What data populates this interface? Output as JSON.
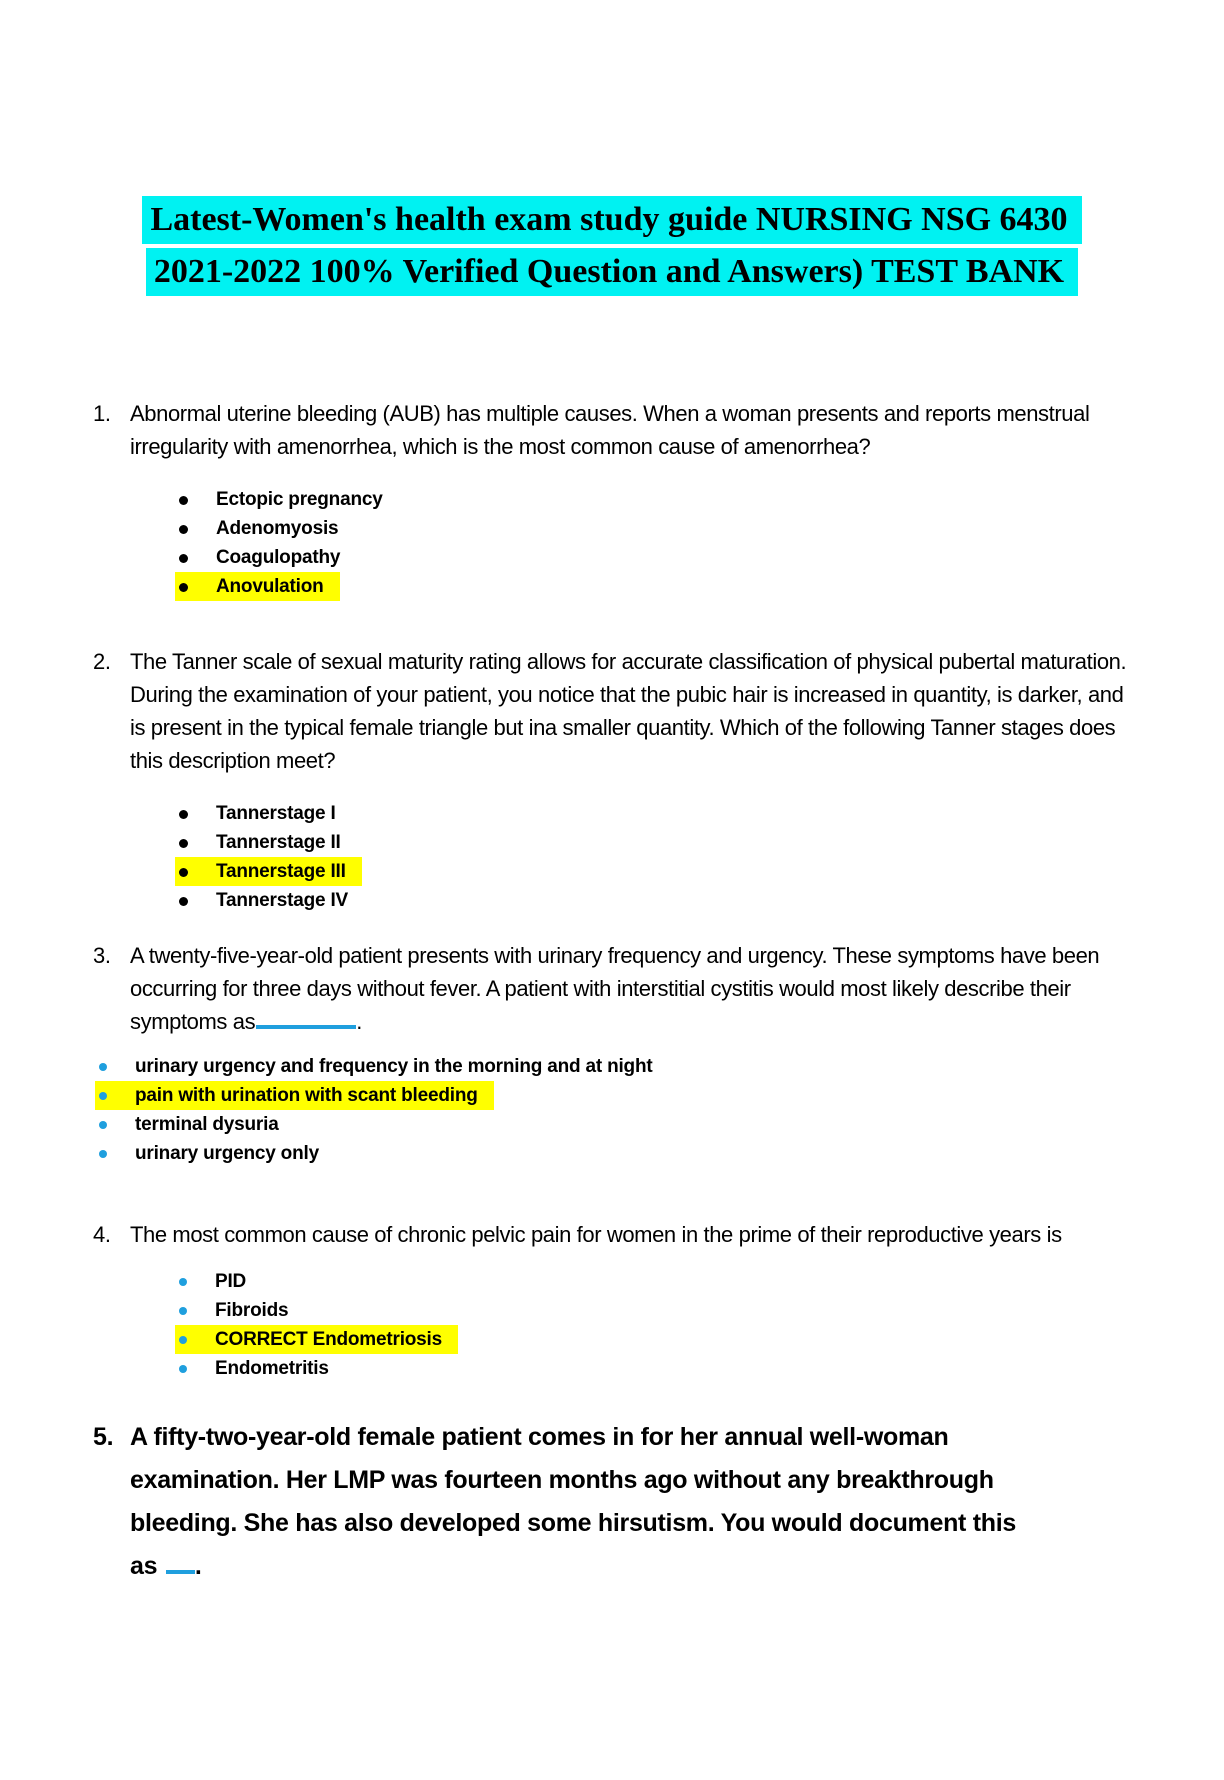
{
  "title": {
    "line1": "Latest-Women's health exam study guide NURSING NSG 6430",
    "line2": "2021-2022 100% Verified Question and Answers) TEST BANK",
    "highlight_color": "#00F2F2"
  },
  "colors": {
    "title_highlight": "#00F2F2",
    "answer_highlight": "#FFFF00",
    "blank_underline": "#1F9FDE",
    "bullet_blue": "#1F9FDE",
    "bullet_black": "#000000"
  },
  "questions": [
    {
      "number": "1.",
      "text": "Abnormal uterine bleeding (AUB) has multiple causes. When a woman presents and reports menstrual irregularity with amenorrhea, which is the most common cause of amenorrhea?",
      "blank": false,
      "after_blank": "",
      "options": [
        {
          "label": "Ectopic pregnancy",
          "highlighted": false
        },
        {
          "label": "Adenomyosis",
          "highlighted": false
        },
        {
          "label": "Coagulopathy",
          "highlighted": false
        },
        {
          "label": "Anovulation",
          "highlighted": true
        }
      ]
    },
    {
      "number": "2.",
      "text": "The Tanner scale of sexual maturity rating allows for accurate classification of physical pubertal maturation. During the examination of your patient, you notice that the pubic hair is increased in quantity, is darker, and is present in the typical female triangle but ina smaller quantity. Which of the following Tanner stages does this description meet?",
      "blank": false,
      "after_blank": "",
      "options": [
        {
          "label": "Tannerstage I",
          "highlighted": false
        },
        {
          "label": "Tannerstage II",
          "highlighted": false
        },
        {
          "label": "Tannerstage III",
          "highlighted": true
        },
        {
          "label": "Tannerstage IV",
          "highlighted": false
        }
      ]
    },
    {
      "number": "3.",
      "text": "A twenty-five-year-old patient presents with urinary frequency and urgency. These symptoms have been occurring for three days without fever. A patient with interstitial cystitis would most likely describe their symptoms as",
      "blank": true,
      "after_blank": ".",
      "options": [
        {
          "label": "urinary urgency and frequency in the morning and at night",
          "highlighted": false
        },
        {
          "label": "pain with urination with scant bleeding",
          "highlighted": true
        },
        {
          "label": "terminal dysuria",
          "highlighted": false
        },
        {
          "label": "urinary urgency only",
          "highlighted": false
        }
      ]
    },
    {
      "number": "4.",
      "text": "The most common cause of chronic pelvic pain for women in the prime of their reproductive years is",
      "blank": false,
      "after_blank": "",
      "options": [
        {
          "label": "PID",
          "highlighted": false
        },
        {
          "label": "Fibroids",
          "highlighted": false
        },
        {
          "label": "CORRECT Endometriosis",
          "highlighted": true
        },
        {
          "label": "Endometritis",
          "highlighted": false
        }
      ]
    },
    {
      "number": "5.",
      "text": "A fifty-two-year-old female patient comes in for her annual well-woman examination. Her LMP was fourteen months ago without any breakthrough bleeding. She has also developed some hirsutism. You would document this as ",
      "blank": true,
      "after_blank": ".",
      "options": []
    }
  ]
}
